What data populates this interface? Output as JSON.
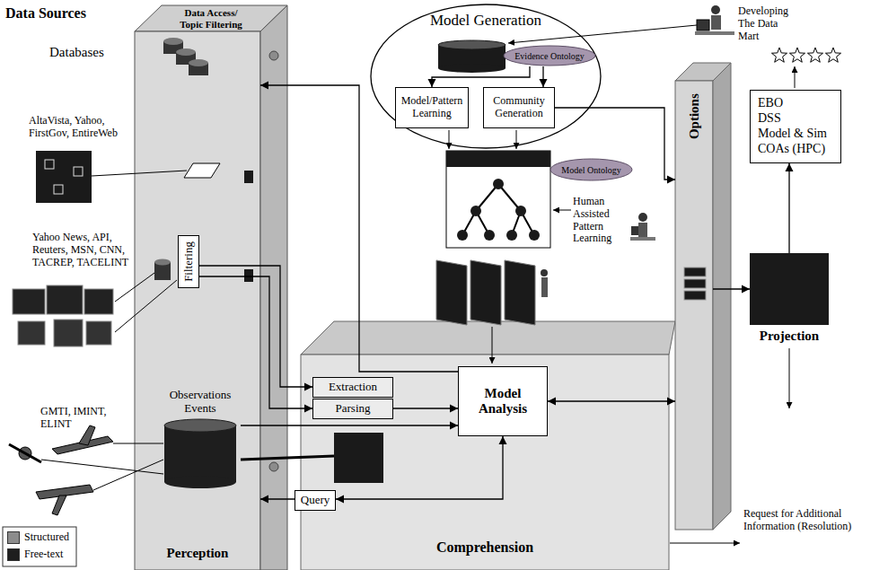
{
  "diagram": {
    "nodes": [
      {
        "text": [
          "Data Access/ Topic Filtering",
          "Perception"
        ]
      },
      {
        "text": [
          "Filtering"
        ],
        "in": 0
      },
      {
        "text": [
          "Observations Events"
        ],
        "in": 0
      },
      {
        "text": [
          "Query"
        ]
      },
      {
        "text": [
          "Model Generation"
        ]
      },
      {
        "text": [
          "Evidence Ontology"
        ],
        "in": 4
      },
      {
        "text": [
          "Model/Pattern Learning"
        ],
        "in": 4
      },
      {
        "text": [
          "Community Generation"
        ],
        "in": 4
      },
      {
        "text": [
          "Model Ontology"
        ]
      },
      {
        "text": [
          "Comprehension"
        ]
      },
      {
        "text": [
          "Extraction"
        ],
        "in": 9
      },
      {
        "text": [
          "Parsing"
        ],
        "in": 9
      },
      {
        "text": [
          "Model Analysis"
        ],
        "in": 9
      },
      {
        "text": [
          "Options"
        ]
      },
      {
        "text": [
          "EBO",
          "DSS",
          "Model & Sim",
          "COAs (HPC)"
        ]
      },
      {
        "text": [
          "Projection"
        ]
      }
    ],
    "edges": [
      {
        "from": 5,
        "to": 6,
        "arrow": "to"
      },
      {
        "from": 5,
        "to": 7,
        "arrow": "to"
      },
      {
        "from": 7,
        "to": 13,
        "arrow": "to"
      },
      {
        "from": 1,
        "to": 10,
        "arrow": "to"
      },
      {
        "from": 1,
        "to": 11,
        "arrow": "to"
      },
      {
        "from": 11,
        "to": 12,
        "arrow": "to"
      },
      {
        "from": 2,
        "to": 12,
        "arrow": "to"
      },
      {
        "from": 12,
        "to": 13,
        "arrow": "both"
      },
      {
        "from": 13,
        "to": 15,
        "arrow": "to"
      },
      {
        "from": 15,
        "to": 14,
        "arrow": "to"
      },
      {
        "from": 12,
        "to": 3,
        "arrow": "both"
      },
      {
        "from": 3,
        "to": 0,
        "arrow": "to"
      },
      {
        "from": 12,
        "to": 0,
        "arrow": "to"
      }
    ],
    "labels": [
      "Data Sources",
      "Databases",
      "AltaVista, Yahoo, FirstGov, EntireWeb",
      "Yahoo News, API, Reuters, MSN, CNN, TACREP, TACELINT",
      "GMTI, IMINT, ELINT",
      "Developing The Data Mart",
      "Human Assisted Pattern Learning",
      "Request for Additional Information (Resolution)"
    ],
    "legend": [
      {
        "text": "Structured",
        "color": "#8c8c8c"
      },
      {
        "text": "Free-text",
        "color": "#1e1e1e"
      }
    ]
  }
}
